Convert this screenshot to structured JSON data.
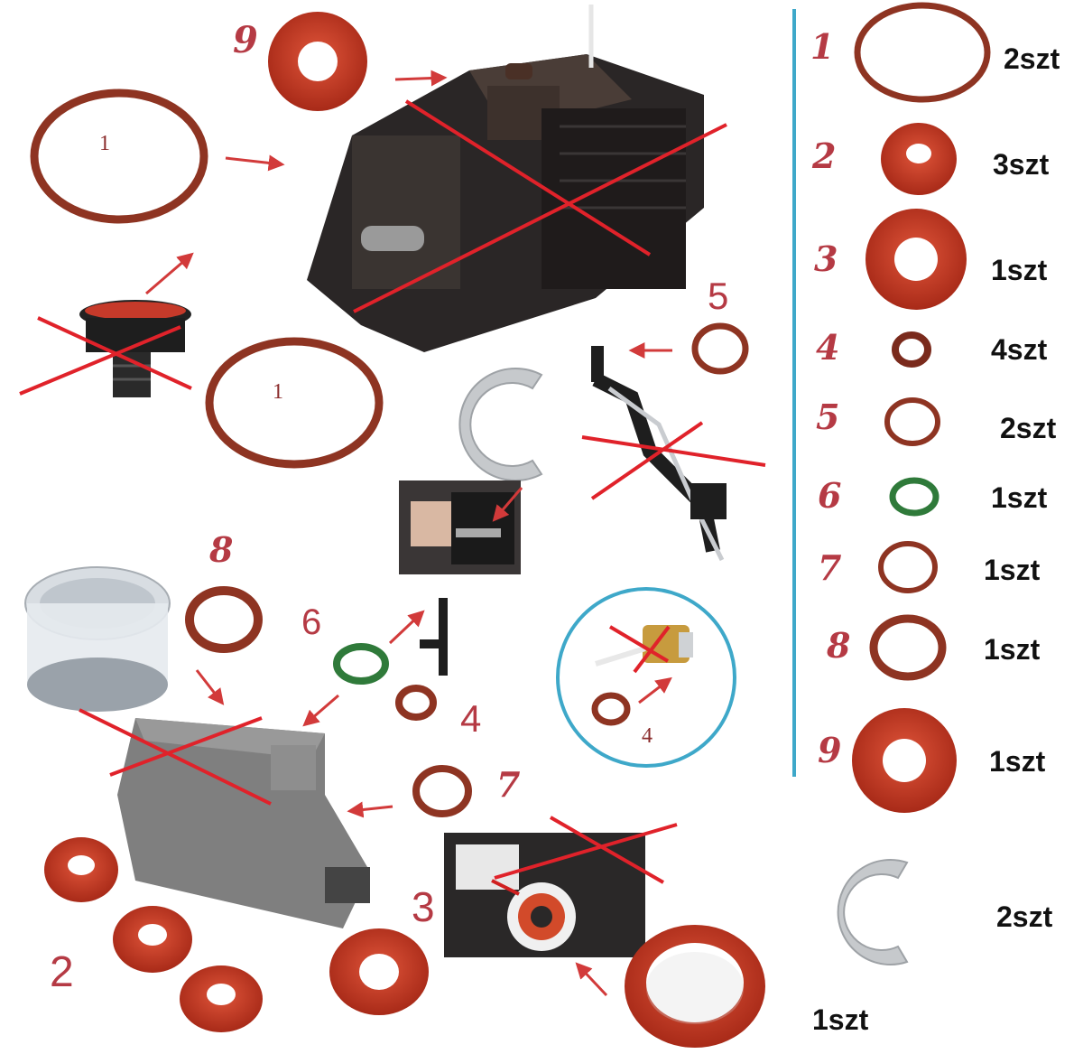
{
  "legend": {
    "accent_line_color": "#3ea8c9",
    "items": [
      {
        "number": "1",
        "quantity": "2szt"
      },
      {
        "number": "2",
        "quantity": "3szt"
      },
      {
        "number": "3",
        "quantity": "1szt"
      },
      {
        "number": "4",
        "quantity": "4szt"
      },
      {
        "number": "5",
        "quantity": "2szt"
      },
      {
        "number": "6",
        "quantity": "1szt"
      },
      {
        "number": "7",
        "quantity": "1szt"
      },
      {
        "number": "8",
        "quantity": "1szt"
      },
      {
        "number": "9",
        "quantity": "1szt"
      }
    ],
    "clip_quantity": "2szt"
  },
  "diagram": {
    "labels": {
      "part_9": "9",
      "ring_1_top": "1",
      "ring_1_bottom": "1",
      "part_5": "5",
      "part_8": "8",
      "part_6": "6",
      "part_4": "4",
      "part_7": "7",
      "part_4_circle": "4",
      "part_3": "3",
      "part_2": "2"
    },
    "seal_quantity": "1szt"
  },
  "colors": {
    "seal_red": "#c0321f",
    "ring_brown": "#8e3422",
    "ring_green": "#2f7a3a",
    "cross_red": "#e0222a",
    "arrow_red": "#d23a3a",
    "machine_dark": "#2a2626",
    "metal_gray": "#7f7f7f",
    "clip_gray": "#c6c9cc"
  }
}
